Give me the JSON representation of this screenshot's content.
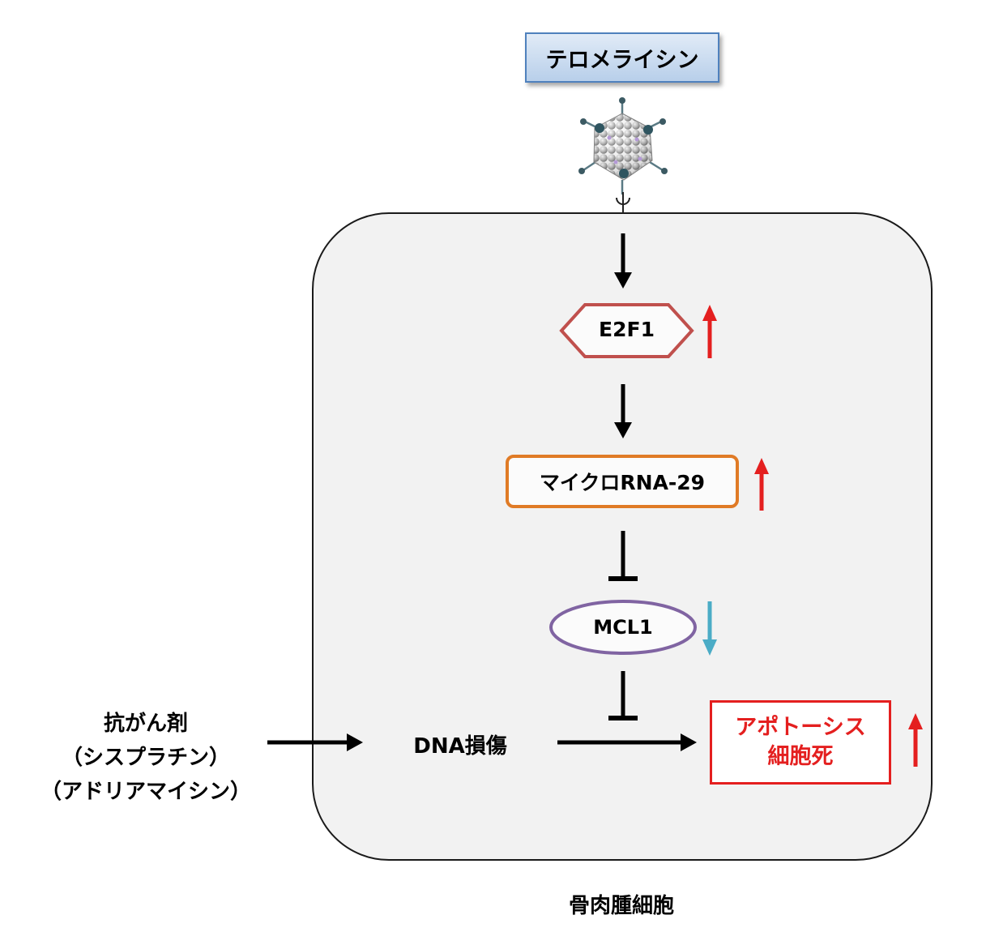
{
  "drug": {
    "label": "テロメライシン"
  },
  "nodes": {
    "e2f1": "E2F1",
    "mirna": "マイクロRNA-29",
    "mcl1": "MCL1",
    "dna_damage": "DNA損傷",
    "apoptosis_line1": "アポトーシス",
    "apoptosis_line2": "細胞死"
  },
  "chemo": {
    "line1": "抗がん剤",
    "line2": "（シスプラチン）",
    "line3": "（アドリアマイシン）"
  },
  "cell_label": "骨肉腫細胞",
  "colors": {
    "up": "#e41f1f",
    "down": "#4bacc6",
    "e2f1_border": "#c0504d",
    "mirna_border": "#e07b26",
    "mcl1_border": "#8064a2",
    "drug_border": "#4f81bd"
  }
}
